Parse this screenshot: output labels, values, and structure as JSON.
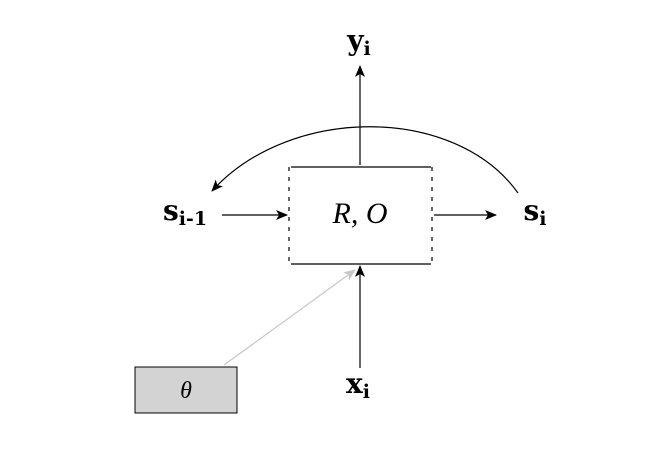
{
  "diagram": {
    "title": "",
    "center_box": {
      "label": "R, O"
    },
    "param_box": {
      "label": "θ",
      "fill": "#d3d3d3"
    },
    "nodes": {
      "prev_state": {
        "base": "s",
        "sub": "i-1"
      },
      "next_state": {
        "base": "s",
        "sub": "i"
      },
      "output": {
        "base": "y",
        "sub": "i"
      },
      "input": {
        "base": "x",
        "sub": "i"
      }
    },
    "colors": {
      "stroke": "#000000",
      "param_arrow": "#c8c8c8",
      "param_fill": "#d3d3d3"
    }
  }
}
